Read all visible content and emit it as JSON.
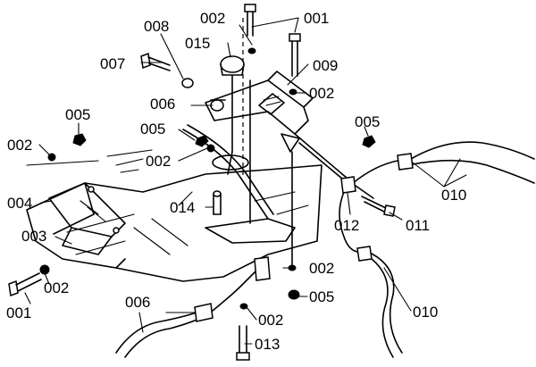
{
  "callouts": {
    "c001_top": "001",
    "c002_top": "002",
    "c008": "008",
    "c015": "015",
    "c007": "007",
    "c009": "009",
    "c002_right_top": "002",
    "c006_top": "006",
    "c005_mid": "005",
    "c005_left": "005",
    "c002_left": "002",
    "c002_center": "002",
    "c005_right": "005",
    "c010_right": "010",
    "c004": "004",
    "c014": "014",
    "c012": "012",
    "c011": "011",
    "c003": "003",
    "c002_bottom_left": "002",
    "c001_bottom_left": "001",
    "c006_bottom": "006",
    "c002_bottom_right": "002",
    "c005_bottom_right": "005",
    "c010_bottom": "010",
    "c002_bottom": "002",
    "c013": "013"
  }
}
